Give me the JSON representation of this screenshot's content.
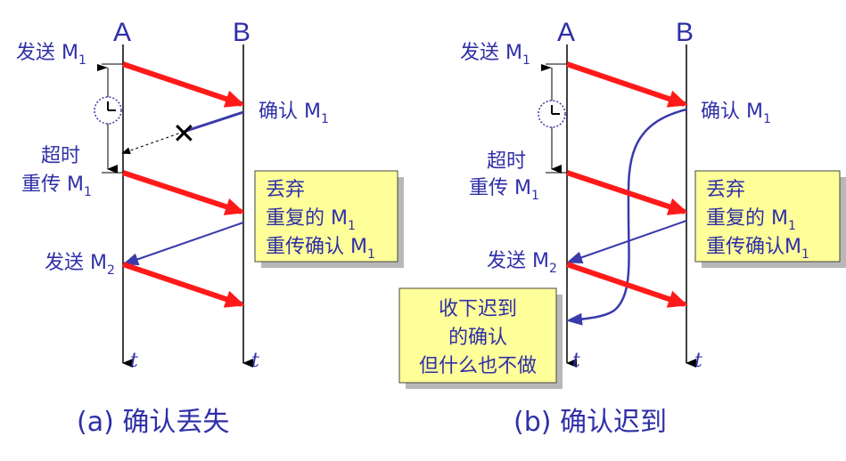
{
  "colors": {
    "text": "#2f2fa8",
    "red": "#ff1a1a",
    "blue": "#3a3aaa",
    "box": "#ffff99"
  },
  "panel_a": {
    "host_a": "A",
    "host_b": "B",
    "send_m1": "发送 M",
    "send_m1_sub": "1",
    "confirm_m1": "确认 M",
    "confirm_m1_sub": "1",
    "timeout_1": "超时",
    "retransmit": "重传 M",
    "retransmit_sub": "1",
    "send_m2": "发送 M",
    "send_m2_sub": "2",
    "note": {
      "line1": "丢弃",
      "line2": "重复的 M",
      "line2_sub": "1",
      "line3": "重传确认 M",
      "line3_sub": "1"
    },
    "time_a": "t",
    "time_b": "t",
    "lost_mark": "✕",
    "caption": "(a) 确认丢失"
  },
  "panel_b": {
    "host_a": "A",
    "host_b": "B",
    "send_m1": "发送 M",
    "send_m1_sub": "1",
    "confirm_m1": "确认 M",
    "confirm_m1_sub": "1",
    "timeout_1": "超时",
    "retransmit": "重传 M",
    "retransmit_sub": "1",
    "send_m2": "发送 M",
    "send_m2_sub": "2",
    "note": {
      "line1": "丢弃",
      "line2": "重复的 M",
      "line2_sub": "1",
      "line3": "重传确认M",
      "line3_sub": "1"
    },
    "late_note": {
      "line1": "收下迟到",
      "line2": "的确认",
      "line3": "但什么也不做"
    },
    "time_a": "t",
    "time_b": "t",
    "caption": "(b) 确认迟到"
  },
  "icons": [
    "clock-icon",
    "lost-cross-icon"
  ]
}
